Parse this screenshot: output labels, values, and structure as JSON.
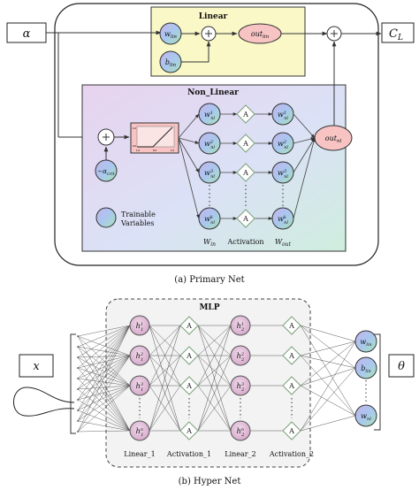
{
  "primary": {
    "input_label": "α",
    "output_label": "C_L",
    "linear": {
      "title": "Linear",
      "w_lin": {
        "base": "w",
        "sub": "lin"
      },
      "b_lin": {
        "base": "b",
        "sub": "lin"
      },
      "out_lin": {
        "base": "out",
        "sub": "lin"
      }
    },
    "nonlinear": {
      "title": "Non_Linear",
      "alpha_crit": {
        "prefix": "−α",
        "sub": "crit"
      },
      "plot_ticks_y": [
        "1.0",
        "0.0"
      ],
      "plot_ticks_x": [
        "1.0",
        "0.0",
        "1.0"
      ],
      "w_in_nodes": [
        {
          "sup": "1",
          "sub": "nl"
        },
        {
          "sup": "2",
          "sub": "nl"
        },
        {
          "sup": "3",
          "sub": "nl"
        },
        {
          "sup": "k",
          "sub": "nl"
        }
      ],
      "activation_symbol": "A",
      "out_nl": {
        "base": "out",
        "sub": "nl"
      },
      "col_labels": {
        "w_in": {
          "base": "W",
          "sub": "in"
        },
        "activation": "Activation",
        "w_out": {
          "base": "W",
          "sub": "out"
        }
      },
      "legend": [
        "Trainable",
        "Variables"
      ]
    },
    "caption": "(a) Primary Net"
  },
  "hyper": {
    "input_label": "x",
    "output_label": "θ",
    "title": "MLP",
    "h1_nodes": [
      "1",
      "2",
      "3",
      "n"
    ],
    "h2_nodes": [
      "1",
      "2",
      "3",
      "n"
    ],
    "activation_symbol": "A",
    "outputs": [
      {
        "base": "w",
        "sub": "lin"
      },
      {
        "base": "b",
        "sub": "lin"
      },
      {
        "base": "w",
        "sub": "nl"
      }
    ],
    "col_labels": [
      "Linear_1",
      "Activation_1",
      "Linear_2",
      "Activation_2"
    ],
    "caption": "(b) Hyper Net"
  },
  "colors": {
    "linear_fill": "#fbf8c8",
    "out_fill": "#f7c3c3",
    "node_grad_a": "#a7c8ee",
    "node_grad_b": "#a9e0b9",
    "h_node_fill": "#e7c9e1",
    "diamond_stroke": "#7aa07a",
    "arrow": "#555555"
  }
}
